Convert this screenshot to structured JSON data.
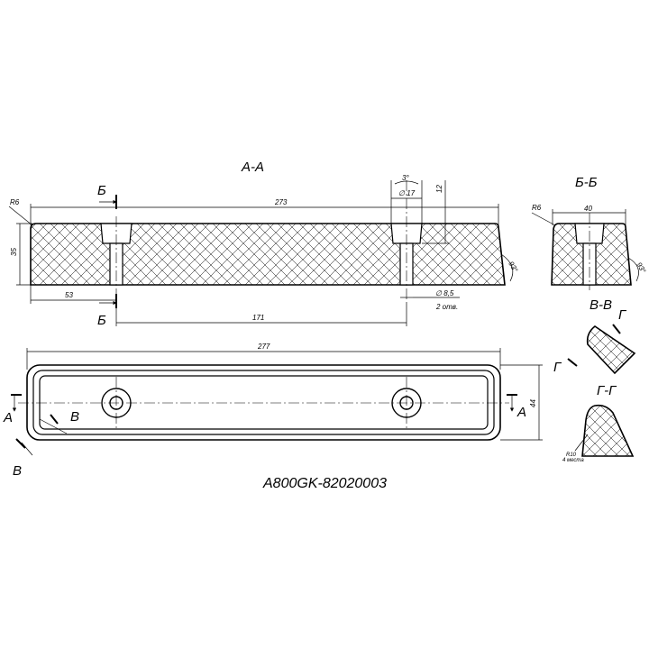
{
  "drawing": {
    "part_number": "A800GK-82020003",
    "section_labels": {
      "aa": "А-А",
      "bb": "Б-Б",
      "vv": "В-В",
      "gg": "Г-Г"
    },
    "cut_letters": {
      "b_top": "Б",
      "b_bottom": "Б",
      "a_left": "А",
      "a_right": "А",
      "v_upper": "В",
      "v_lower": "В",
      "g_upper": "Г",
      "g_lower": "Г"
    },
    "dimensions": {
      "top_length": "273",
      "radius_left": "R6",
      "height": "35",
      "left_offset": "53",
      "hole_spacing": "171",
      "angle_3": "3°",
      "bore_dia": "∅ 17",
      "bore_depth": "12",
      "hole_dia": "∅ 8,5",
      "hole_count": "2 отв.",
      "angle_side": "93°",
      "bb_width": "40",
      "bb_radius": "R6",
      "bb_angle": "93°",
      "plan_length": "277",
      "plan_width": "44",
      "gg_radius": "R10",
      "gg_count": "4 места"
    }
  }
}
